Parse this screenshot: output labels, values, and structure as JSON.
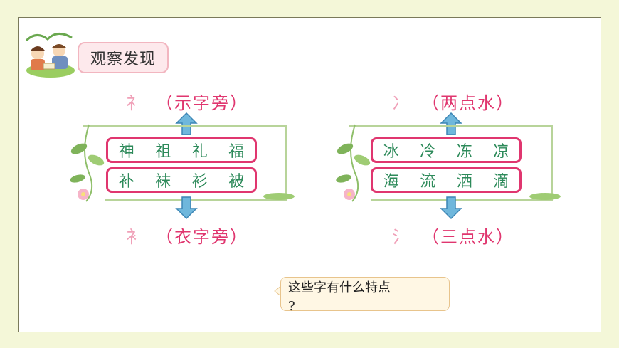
{
  "title": "观察发现",
  "left": {
    "top_radical": {
      "char": "礻",
      "label": "（示字旁）"
    },
    "bottom_radical": {
      "char": "衤",
      "label": "（衣字旁）"
    },
    "row1": [
      "神",
      "祖",
      "礼",
      "福"
    ],
    "row2": [
      "补",
      "袜",
      "衫",
      "被"
    ]
  },
  "right": {
    "top_radical": {
      "char": "冫",
      "label": "（两点水）"
    },
    "bottom_radical": {
      "char": "氵",
      "label": "（三点水）"
    },
    "row1": [
      "冰",
      "冷",
      "冻",
      "凉"
    ],
    "row2": [
      "海",
      "流",
      "洒",
      "滴"
    ]
  },
  "question": {
    "line1": "这些字有什么特点",
    "line2": "?"
  },
  "colors": {
    "accent": "#e0366f",
    "word": "#2d8a5a",
    "arrow": "#6fb7dc",
    "page_bg": "#f4f7d8"
  }
}
